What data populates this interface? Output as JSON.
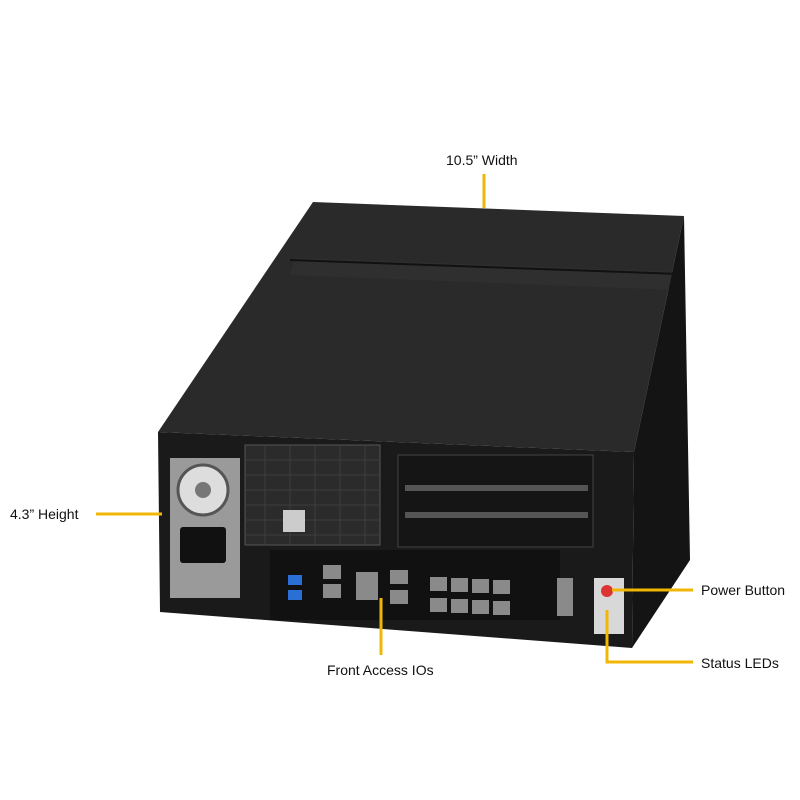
{
  "callouts": {
    "width": "10.5” Width",
    "height": "4.3” Height",
    "front_io": "Front Access IOs",
    "power": "Power Button",
    "leds": "Status LEDs"
  },
  "colors": {
    "callout": "#f2b705",
    "chassis": "#1c1c1c"
  }
}
